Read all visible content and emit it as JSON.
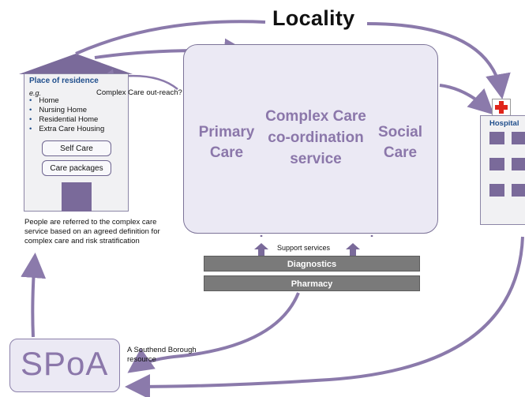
{
  "title": "Locality",
  "residence": {
    "title": "Place of residence",
    "eg": "e.g.",
    "items": [
      "Home",
      "Nursing Home",
      "Residential Home",
      "Extra Care Housing"
    ],
    "self_care": "Self Care",
    "care_packages": "Care packages"
  },
  "outreach_label": "Complex Care out-reach?",
  "referral_text": "People are referred to the complex care service based on an agreed definition for complex care and risk stratification",
  "center": {
    "primary_care": "Primary Care",
    "complex_care": "Complex Care co-ordination service",
    "social_care": "Social Care"
  },
  "support_services": "Support services",
  "diagnostics": "Diagnostics",
  "pharmacy": "Pharmacy",
  "hospital": "Hospital",
  "spoa": {
    "label": "SPoA",
    "note": "A Southend Borough resource"
  },
  "colors": {
    "accent": "#7a6a9a",
    "arrow": "#8b7aab",
    "box_fill": "#ebe9f4",
    "bar_fill": "#7a7a7a",
    "heading_blue": "#1f4e8c"
  },
  "icons": [
    "house-roof-icon",
    "red-cross-icon",
    "double-arrow-icon",
    "up-arrow-icon"
  ]
}
